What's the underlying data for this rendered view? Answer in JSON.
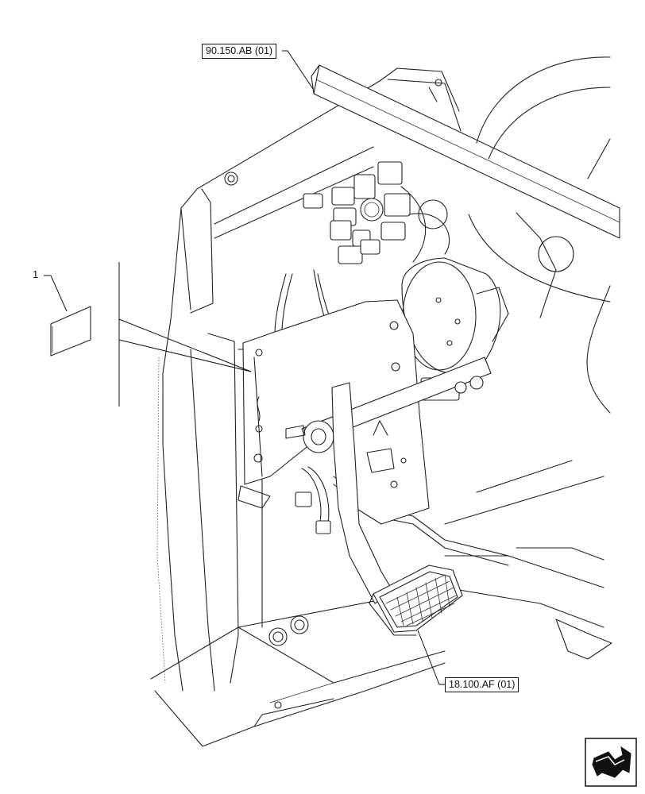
{
  "callouts": {
    "item_1": "1",
    "ref_top": "90.150.AB (01)",
    "ref_bottom": "18.100.AF (01)"
  },
  "icons": {
    "navigation": "next-page-arrow-icon"
  }
}
